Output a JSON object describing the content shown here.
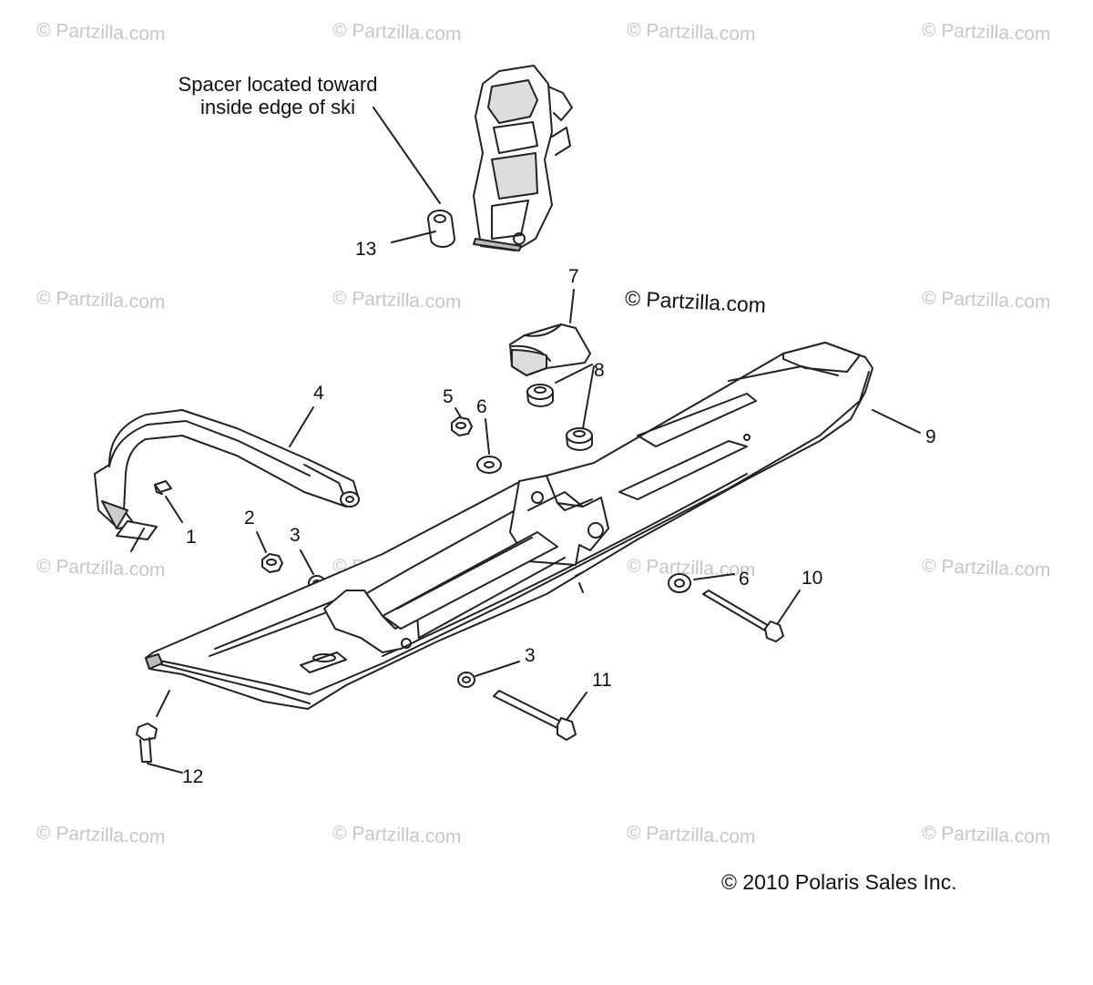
{
  "watermark": "© Partzilla.com",
  "watermark_main": "© Partzilla.com",
  "note": {
    "line1": "Spacer located toward",
    "line2": "inside edge of ski"
  },
  "callouts": {
    "c1": "1",
    "c2": "2",
    "c3a": "3",
    "c3b": "3",
    "c4": "4",
    "c5": "5",
    "c6a": "6",
    "c6b": "6",
    "c7": "7",
    "c8": "8",
    "c9": "9",
    "c10": "10",
    "c11": "11",
    "c12": "12",
    "c13": "13"
  },
  "copyright": "© 2010 Polaris Sales Inc.",
  "colors": {
    "line": "#222222",
    "fill": "#ffffff",
    "shade": "#d8d8d8",
    "watermark": "#c6c6c6"
  }
}
